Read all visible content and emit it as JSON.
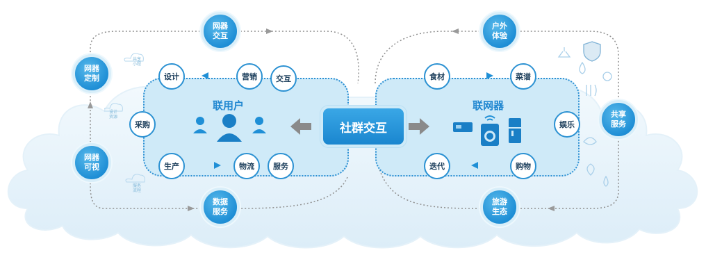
{
  "center": {
    "label": "社群交互"
  },
  "left_panel": {
    "title": "联用户",
    "nodes": {
      "design": "设计",
      "marketing": "营销",
      "interaction": "交互",
      "purchase": "采购",
      "production": "生产",
      "logistics": "物流",
      "service": "服务"
    }
  },
  "right_panel": {
    "title": "联网器",
    "nodes": {
      "ingredients": "食材",
      "recipes": "菜谱",
      "entertainment": "娱乐",
      "iteration": "迭代",
      "shopping": "购物"
    }
  },
  "outer_nodes": {
    "network_interaction": "网器\n交互",
    "network_custom": "网器\n定制",
    "network_visual": "网器\n可视",
    "data_service": "数据\n服务",
    "outdoor": "户外\n体验",
    "sharing_service": "共享\n服务",
    "travel_ecology": "旅游\n生态"
  },
  "faint_cloud_labels": [
    "共享\n小程",
    "设计\n资源",
    "服务\n流程"
  ],
  "colors": {
    "primary_blue": "#1f8fd6",
    "panel_fill": "#cfeaf8",
    "cloud_fill": "#e9f4fb",
    "arrow_gray": "#8a8a8a",
    "dotted_line": "#2b8fd3"
  },
  "icons": [
    "users-icon",
    "washing-machine-icon",
    "fridge-icon",
    "appliance-icon",
    "wifi-icon",
    "arrow-left-icon",
    "arrow-right-icon"
  ]
}
